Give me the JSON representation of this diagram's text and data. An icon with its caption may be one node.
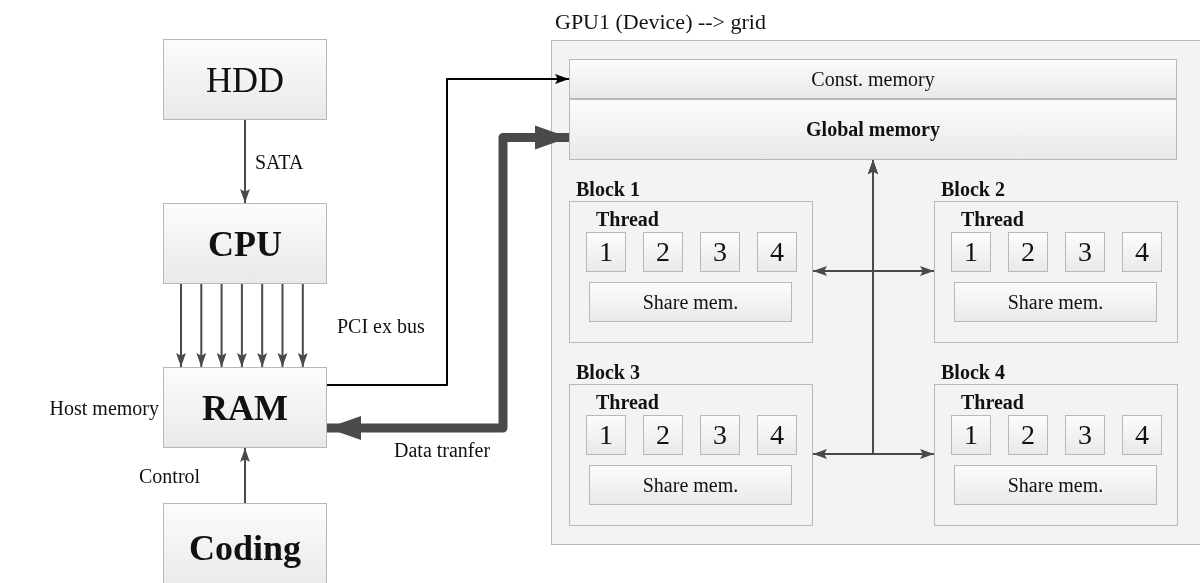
{
  "diagram": {
    "nodes": [
      {
        "text": [
          "HDD"
        ]
      },
      {
        "text": [
          "CPU"
        ]
      },
      {
        "text": [
          "RAM"
        ],
        "beside": [
          "Host memory"
        ]
      },
      {
        "text": [
          "Coding"
        ]
      },
      {
        "text": [
          "GPU1 (Device) --> grid"
        ]
      },
      {
        "text": [
          "Const. memory"
        ],
        "in": 4
      },
      {
        "text": [
          "Global memory"
        ],
        "in": 4
      },
      {
        "text": [
          "Block 1",
          "Thread"
        ],
        "in": 4
      },
      {
        "text": [
          "1"
        ],
        "in": 7
      },
      {
        "text": [
          "2"
        ],
        "in": 7
      },
      {
        "text": [
          "3"
        ],
        "in": 7
      },
      {
        "text": [
          "4"
        ],
        "in": 7
      },
      {
        "text": [
          "Share mem."
        ],
        "in": 7
      },
      {
        "text": [
          "Block 2",
          "Thread"
        ],
        "in": 4
      },
      {
        "text": [
          "1"
        ],
        "in": 13
      },
      {
        "text": [
          "2"
        ],
        "in": 13
      },
      {
        "text": [
          "3"
        ],
        "in": 13
      },
      {
        "text": [
          "4"
        ],
        "in": 13
      },
      {
        "text": [
          "Share mem."
        ],
        "in": 13
      },
      {
        "text": [
          "Block 3",
          "Thread"
        ],
        "in": 4
      },
      {
        "text": [
          "1"
        ],
        "in": 19
      },
      {
        "text": [
          "2"
        ],
        "in": 19
      },
      {
        "text": [
          "3"
        ],
        "in": 19
      },
      {
        "text": [
          "4"
        ],
        "in": 19
      },
      {
        "text": [
          "Share mem."
        ],
        "in": 19
      },
      {
        "text": [
          "Block 4",
          "Thread"
        ],
        "in": 4
      },
      {
        "text": [
          "1"
        ],
        "in": 25
      },
      {
        "text": [
          "2"
        ],
        "in": 25
      },
      {
        "text": [
          "3"
        ],
        "in": 25
      },
      {
        "text": [
          "4"
        ],
        "in": 25
      },
      {
        "text": [
          "Share mem."
        ],
        "in": 25
      }
    ],
    "edges": [
      {
        "from": 0,
        "to": 1,
        "arrow": "to",
        "label": "SATA"
      },
      {
        "from": 1,
        "to": 2,
        "arrow": "to"
      },
      {
        "from": 1,
        "to": 2,
        "arrow": "to"
      },
      {
        "from": 1,
        "to": 2,
        "arrow": "to"
      },
      {
        "from": 1,
        "to": 2,
        "arrow": "to"
      },
      {
        "from": 1,
        "to": 2,
        "arrow": "to"
      },
      {
        "from": 1,
        "to": 2,
        "arrow": "to"
      },
      {
        "from": 1,
        "to": 2,
        "arrow": "to",
        "label": "PCI ex bus"
      },
      {
        "from": 2,
        "to": 5,
        "arrow": "to",
        "color": "#000000"
      },
      {
        "from": 6,
        "to": 2,
        "arrow": "both",
        "style": "thick",
        "label": "Data tranfer"
      },
      {
        "from": 3,
        "to": 2,
        "arrow": "to",
        "label": "Control"
      },
      {
        "from": 6,
        "to": 7,
        "arrow": "both"
      },
      {
        "from": 6,
        "to": 13,
        "arrow": "both"
      },
      {
        "from": 6,
        "to": 19,
        "arrow": "both"
      },
      {
        "from": 6,
        "to": 25,
        "arrow": "both"
      }
    ]
  }
}
